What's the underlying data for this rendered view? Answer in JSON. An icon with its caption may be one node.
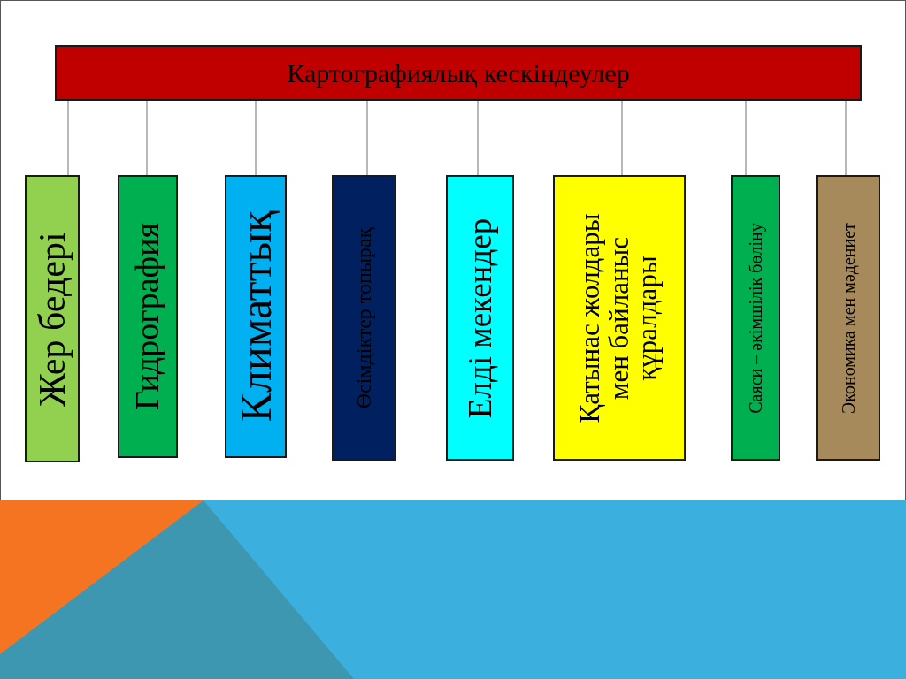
{
  "diagram": {
    "nodes": [
      {
        "text": [
          "Картографиялық кескіндеулер"
        ]
      },
      {
        "text": [
          "Жер бедері"
        ]
      },
      {
        "text": [
          "Гидрография"
        ]
      },
      {
        "text": [
          "Климаттық"
        ]
      },
      {
        "text": [
          "Өсімдіктер топырақ"
        ]
      },
      {
        "text": [
          "Елді мекендер"
        ]
      },
      {
        "text": [
          "Қатынас жолдары мен байланыс құралдары"
        ]
      },
      {
        "text": [
          "Саяси – әкімшілік бөліну"
        ]
      },
      {
        "text": [
          "Экономика мен мәдениет"
        ]
      }
    ],
    "edges": [
      {
        "from": 0,
        "to": 1,
        "arrow": "none"
      },
      {
        "from": 0,
        "to": 2,
        "arrow": "none"
      },
      {
        "from": 0,
        "to": 3,
        "arrow": "none"
      },
      {
        "from": 0,
        "to": 4,
        "arrow": "none"
      },
      {
        "from": 0,
        "to": 5,
        "arrow": "none"
      },
      {
        "from": 0,
        "to": 6,
        "arrow": "none"
      },
      {
        "from": 0,
        "to": 7,
        "arrow": "none"
      },
      {
        "from": 0,
        "to": 8,
        "arrow": "none"
      }
    ]
  }
}
